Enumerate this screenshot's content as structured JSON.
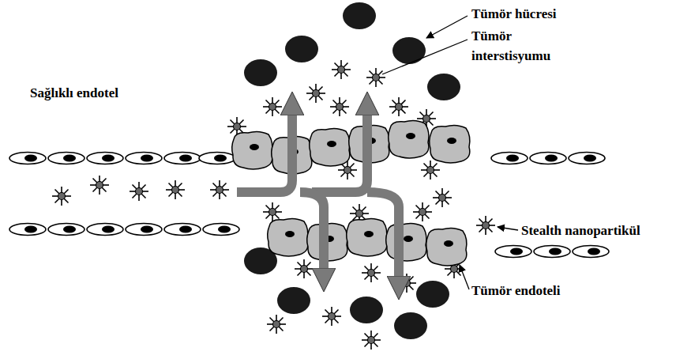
{
  "diagram": {
    "labels": [
      "Tümör hücresi",
      "Tümör interstisyumu",
      "Sağlıklı endotel",
      "Stealth nanopartikül",
      "Tümör endoteli"
    ]
  }
}
